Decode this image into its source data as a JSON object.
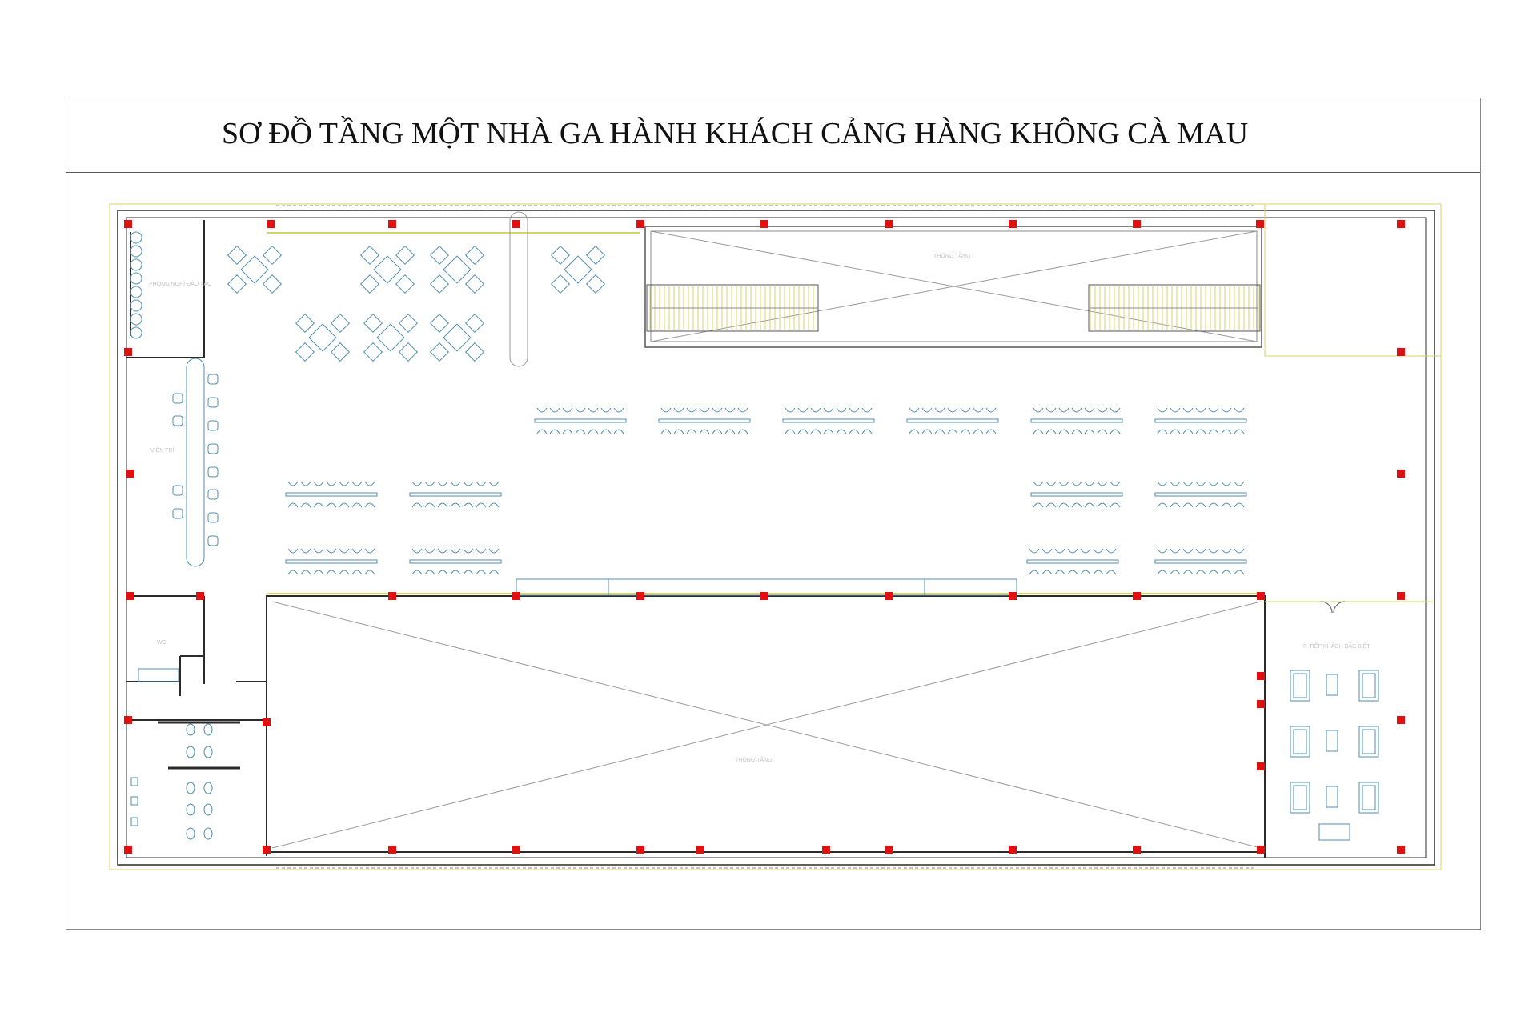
{
  "title": "SƠ ĐỒ TẦNG MỘT NHÀ GA HÀNH KHÁCH CẢNG HÀNG KHÔNG CÀ MAU",
  "colors": {
    "wall": "#2b2b2b",
    "column": "#e01010",
    "furniture": "#4f8fb0",
    "grid_line": "#d9d36a",
    "void_line": "#9a9a9a",
    "label": "#c4c4c4"
  },
  "room_labels": {
    "top_left_room": "PHÒNG NGHỈ ĐÀO TẠO",
    "left_corridor": "VIỆN TRÍ",
    "upper_void": "THÔNG TẦNG",
    "lower_void": "THÔNG TẦNG",
    "wc_small": "WC",
    "vip_lounge": "P. TIẾP KHÁCH ĐẶC BIỆT"
  }
}
